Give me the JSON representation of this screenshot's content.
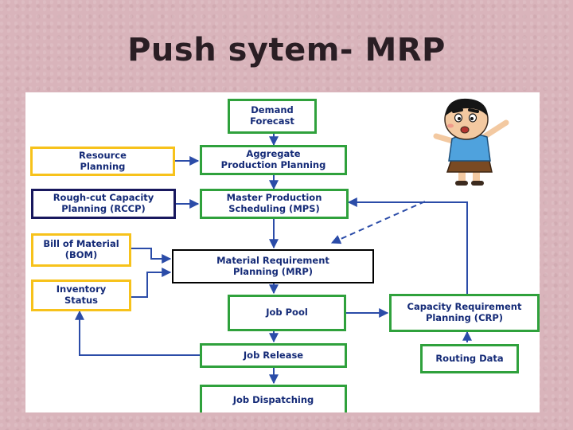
{
  "slide": {
    "title": "Push sytem- MRP"
  },
  "diagram": {
    "boxes": {
      "demand_forecast": "Demand\nForecast",
      "resource_planning": "Resource\nPlanning",
      "aggregate_production_planning": "Aggregate\nProduction Planning",
      "rccp": "Rough-cut Capacity\nPlanning (RCCP)",
      "mps": "Master Production\nScheduling (MPS)",
      "bom": "Bill of Material\n(BOM)",
      "mrp": "Material Requirement\nPlanning (MRP)",
      "inventory_status": "Inventory\nStatus",
      "job_pool": "Job Pool",
      "crp": "Capacity Requirement\nPlanning (CRP)",
      "job_release": "Job Release",
      "routing_data": "Routing Data",
      "job_dispatching": "Job Dispatching"
    },
    "colors": {
      "yellow_border": "#f7c21b",
      "green_border": "#2fa13c",
      "navy_border": "#18185e",
      "text": "#142a77",
      "arrow": "#2b4ca8"
    }
  }
}
